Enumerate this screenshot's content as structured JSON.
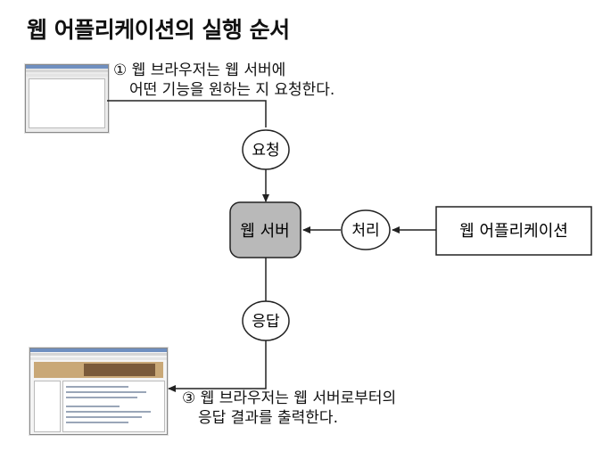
{
  "title": "웹 어플리케이션의 실행 순서",
  "step1": {
    "line1": "① 웹 브라우저는 웹 서버에",
    "line2": "어떤 기능을 원하는 지 요청한다."
  },
  "step3": {
    "line1": "③ 웹 브라우저는 웹 서버로부터의",
    "line2": "응답 결과를 출력한다."
  },
  "nodes": {
    "request": "요청",
    "web_server": "웹 서버",
    "process": "처리",
    "web_app": "웹 어플리케이션",
    "response": "응답"
  },
  "colors": {
    "server_fill": "#b9b9b9",
    "stroke": "#222222"
  }
}
